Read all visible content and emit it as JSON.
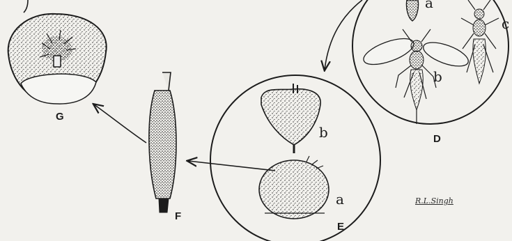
{
  "labels": {
    "G": "G",
    "F": "F",
    "E": "E",
    "D": "D",
    "e_a": "a",
    "e_b": "b",
    "d_a": "a",
    "d_b": "b",
    "d_c": "c"
  },
  "signature": "R.L.Singh",
  "colors": {
    "ink": "#1c1c1c",
    "paper": "#f2f1ed"
  }
}
